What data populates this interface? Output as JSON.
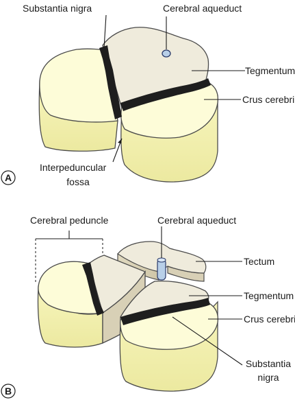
{
  "panel_a": {
    "letter": "A",
    "labels": {
      "substantia_nigra": "Substantia nigra",
      "cerebral_aqueduct": "Cerebral aqueduct",
      "tegmentum": "Tegmentum",
      "crus_cerebri": "Crus cerebri",
      "interpeduncular_line1": "Interpeduncular",
      "interpeduncular_line2": "fossa"
    }
  },
  "panel_b": {
    "letter": "B",
    "labels": {
      "cerebral_peduncle": "Cerebral peduncle",
      "cerebral_aqueduct": "Cerebral aqueduct",
      "tectum": "Tectum",
      "tegmentum": "Tegmentum",
      "crus_cerebri": "Crus cerebri",
      "substantia_line1": "Substantia",
      "substantia_line2": "nigra"
    }
  },
  "colors": {
    "crus_top": "#fdfcd8",
    "crus_side": "#f2f0a8",
    "tegmentum_top": "#efebdc",
    "tegmentum_side": "#d8d0b6",
    "nigra": "#1e1e1e",
    "outline": "#4a4a4a",
    "aqueduct": "#b8cfe8"
  }
}
